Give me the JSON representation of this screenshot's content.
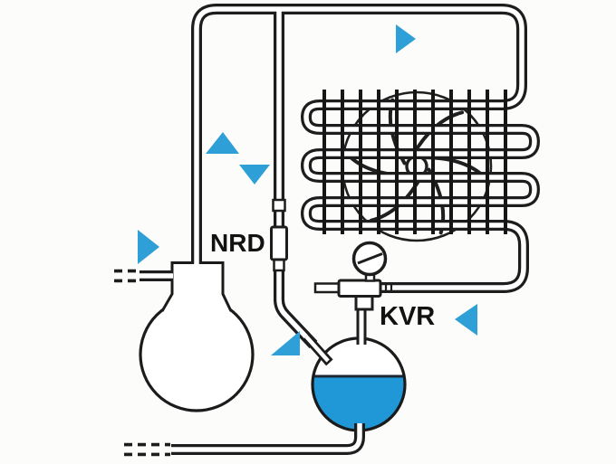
{
  "diagram": {
    "type": "refrigeration-circuit-schematic",
    "components": [
      "compressor",
      "condenser-coil",
      "condenser-fan",
      "nrd-check-valve",
      "kvr-pressure-regulator",
      "pressure-gauge",
      "liquid-receiver"
    ],
    "flow_arrows": [
      "right-along-top-discharge-line",
      "up-beside-suction-line",
      "down-beside-nrd-line",
      "right-into-compressor-inlet",
      "up-right-toward-receiver",
      "left-from-condenser-outlet"
    ]
  },
  "labels": {
    "nrd": "NRD",
    "kvr": "KVR"
  },
  "colors": {
    "arrow_blue": "#2f9fd8",
    "liquid_blue": "#2097d6",
    "line_dark": "#1d1d1d"
  }
}
